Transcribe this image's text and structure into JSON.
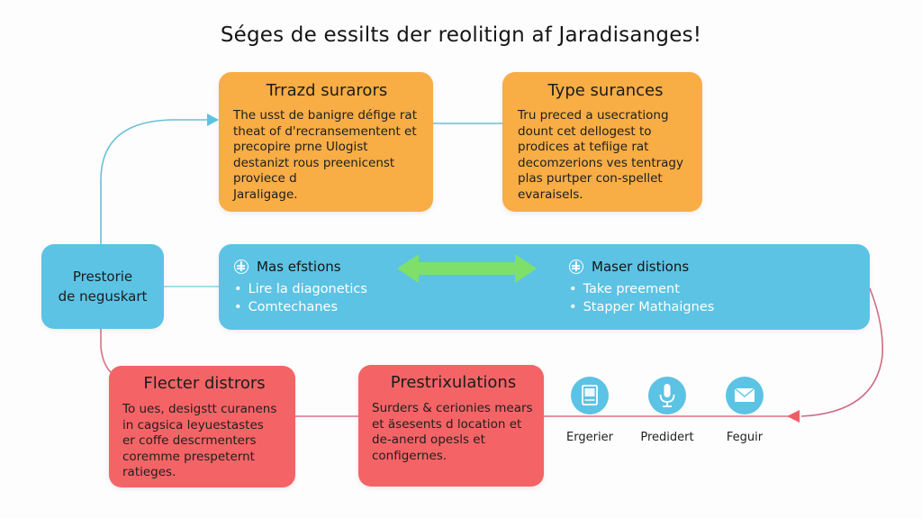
{
  "title": "Séges de essilts der reolitign af Jaradisanges!",
  "colors": {
    "orange": "#f8ad45",
    "blue": "#5cc3e4",
    "red": "#f46466",
    "green_arrow": "#7ee06a",
    "connector_blue": "#6cbfd8",
    "connector_red": "#d97383"
  },
  "nodes": {
    "trazd": {
      "title": "Trrazd surarors",
      "body": "The usst de banigre défige rat\ntheat of d'recransementent et\nprecopire prne Ulogist\ndestanizt rous preenicenst\nproviece d\nJaraligage."
    },
    "type": {
      "title": "Type surances",
      "body": "Tru preced  a usecrationg\ndount cet dellogest to\nprodices at tefiige rat\ndecomzerions ves tentragy\nplas purtper con-spellet\nevaraisels."
    },
    "prestorie": {
      "label": "Prestorie\nde neguskart"
    },
    "wide": {
      "left": {
        "icon": "brain-icon",
        "heading": "Mas efstions",
        "bullets": [
          "Lire la diagonetics",
          "Comtechanes"
        ]
      },
      "right": {
        "icon": "brain-icon",
        "heading": "Maser distions",
        "bullets": [
          "Take preement",
          "Stapper Mathaignes"
        ]
      },
      "connector_icon": "double-arrow-icon"
    },
    "flecter": {
      "title": "Flecter distrors",
      "body": "To ues, desigstt curanens\nin cagsica leyuestastes\ner coffe descrmenters\ncoremme prespeternt\nratieges."
    },
    "prestrix": {
      "title": "Prestrixulations",
      "body": "Surders & cerionies mears\net äsesents d location et\nde-anerd opesls et\nconfigernes."
    }
  },
  "tools": [
    {
      "icon": "computer-icon",
      "label": "Ergerier"
    },
    {
      "icon": "microphone-icon",
      "label": "Predidert"
    },
    {
      "icon": "envelope-icon",
      "label": "Feguir"
    }
  ]
}
